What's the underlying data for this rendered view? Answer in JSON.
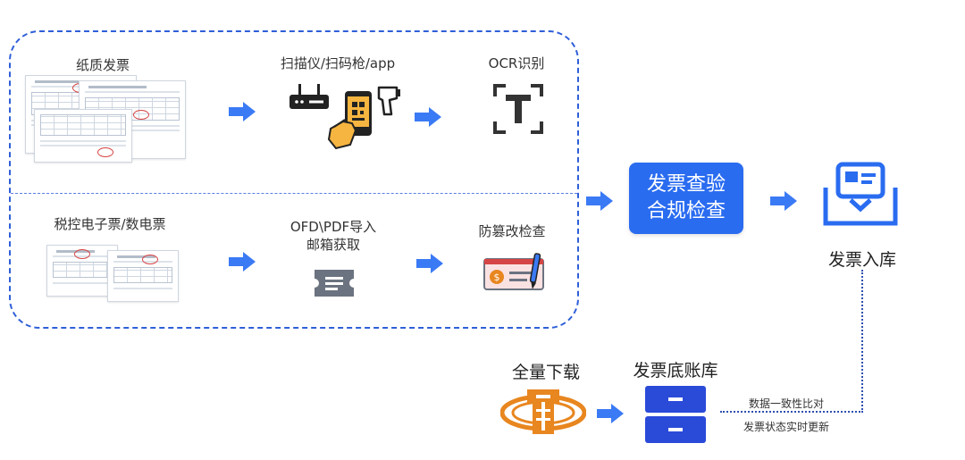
{
  "group": {
    "paper_invoice_label": "纸质发票",
    "scanner_label": "扫描仪/扫码枪/app",
    "ocr_label": "OCR识别",
    "e_invoice_label": "税控电子票/数电票",
    "import_label_line1": "OFD\\PDF导入",
    "import_label_line2": "邮箱获取",
    "anti_tamper_label": "防篡改检查"
  },
  "verify": {
    "line1": "发票查验",
    "line2": "合规检查"
  },
  "storage_label": "发票入库",
  "download_label": "全量下载",
  "ledger_label": "发票底账库",
  "sync": {
    "line1": "数据一致性比对",
    "line2": "发票状态实时更新"
  },
  "colors": {
    "accent": "#2a6cf0",
    "dashed_border": "#2f5fd8",
    "arrow": "#3b7af5",
    "icon_dark": "#222222",
    "hand": "#f6b540",
    "gold": "#e8861f"
  },
  "icons": [
    "router-icon",
    "phone-scan-icon",
    "scan-gun-icon",
    "ocr-icon",
    "ticket-icon",
    "anti-tamper-icon",
    "storage-icon",
    "tax-emblem-icon",
    "database-icon"
  ]
}
